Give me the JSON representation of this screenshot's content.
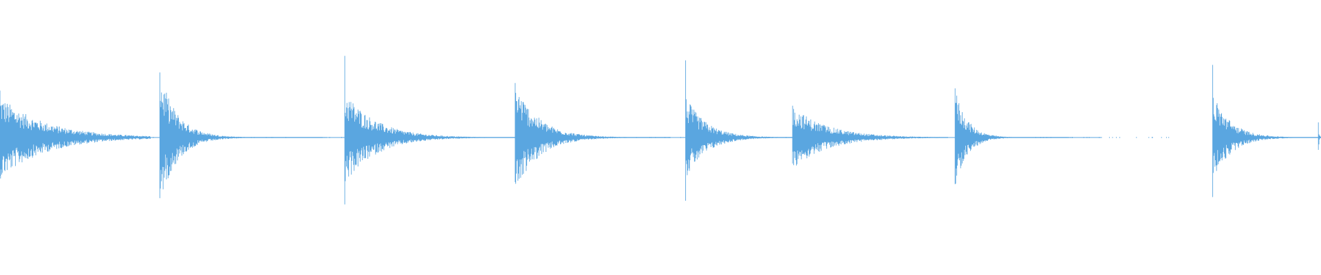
{
  "waveform": {
    "color": "#5aa6e0",
    "background": "#ffffff",
    "transients": [
      {
        "onset": 0.0,
        "peak": 0.55,
        "tail": 0.06,
        "decay": 0.6,
        "spike": 0.62
      },
      {
        "onset": 0.121,
        "peak": 0.86,
        "tail": 0.065,
        "decay": 0.22,
        "spike": 0.86
      },
      {
        "onset": 0.261,
        "peak": 0.62,
        "tail": 0.07,
        "decay": 0.35,
        "spike": 1.08
      },
      {
        "onset": 0.39,
        "peak": 0.72,
        "tail": 0.062,
        "decay": 0.3,
        "spike": 0.72
      },
      {
        "onset": 0.519,
        "peak": 0.55,
        "tail": 0.055,
        "decay": 0.3,
        "spike": 1.02
      },
      {
        "onset": 0.6,
        "peak": 0.42,
        "tail": 0.062,
        "decay": 0.45,
        "spike": 0.42
      },
      {
        "onset": 0.723,
        "peak": 0.65,
        "tail": 0.045,
        "decay": 0.22,
        "spike": 0.65
      },
      {
        "onset": 0.918,
        "peak": 0.6,
        "tail": 0.057,
        "decay": 0.25,
        "spike": 0.96
      },
      {
        "onset": 0.998,
        "peak": 0.2,
        "tail": 0.002,
        "decay": 0.3,
        "spike": 0.2
      }
    ]
  }
}
